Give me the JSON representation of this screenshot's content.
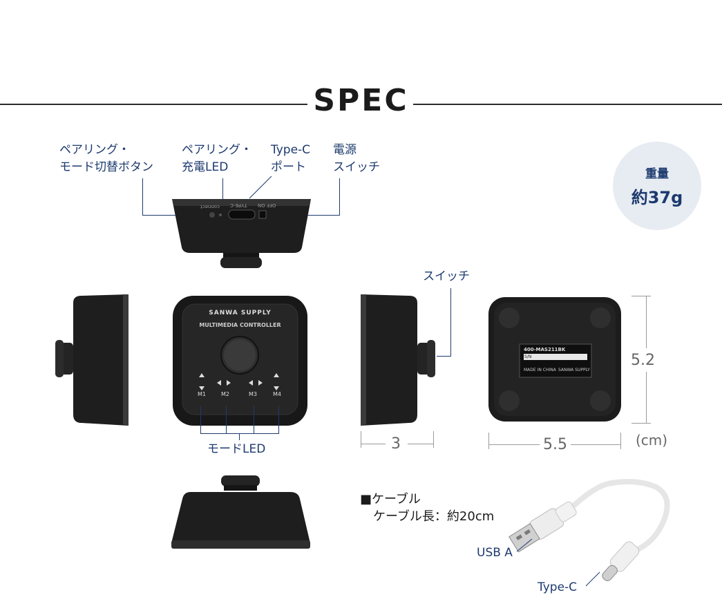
{
  "section_title": "SPEC",
  "callouts": {
    "pairing_mode_button": [
      "ペアリング・",
      "モード切替ボタン"
    ],
    "pairing_charge_led": [
      "ペアリング・",
      "充電LED"
    ],
    "typec_port": [
      "Type-C",
      "ポート"
    ],
    "power_switch": [
      "電源",
      "スイッチ"
    ],
    "switch": "スイッチ",
    "mode_led": "モードLED"
  },
  "weight": {
    "label": "重量",
    "value": "約37g"
  },
  "dimensions": {
    "height": "5.2",
    "width": "5.5",
    "depth": "3",
    "unit": "(cm)"
  },
  "device_print": {
    "brand": "SANWA SUPPLY",
    "product": "MULTIMEDIA CONTROLLER",
    "modes": [
      "M1",
      "M2",
      "M3",
      "M4"
    ],
    "model": "400-MAS211BK",
    "serial_label": "S/N",
    "made_in": "MADE IN CHINA",
    "rear_print": [
      "connect",
      "TYPE-C",
      "OFF ON"
    ]
  },
  "cable": {
    "heading": "■ケーブル",
    "length": "ケーブル長：約20cm",
    "usb_a": "USB A",
    "type_c": "Type-C"
  },
  "colors": {
    "accent": "#1d3a6e",
    "badge": "#e7ecf2",
    "device": "#1e1e1e"
  }
}
